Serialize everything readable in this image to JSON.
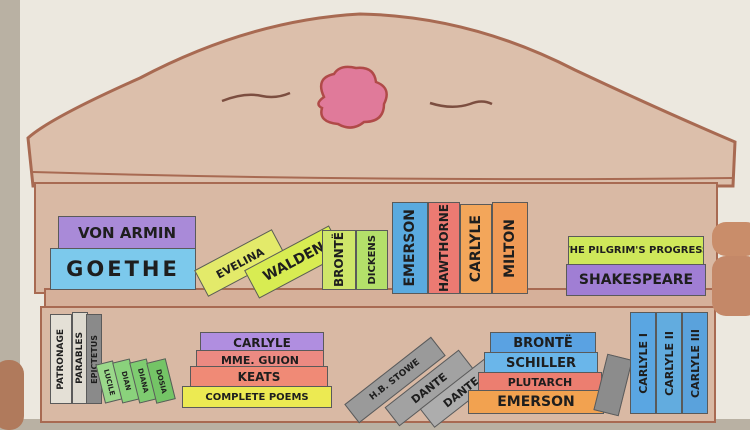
{
  "shelf": {
    "top_row": {
      "goethe": "GOETHE",
      "von_armin": "VON ARMIN",
      "evelina": "EVELINA",
      "walden": "WALDEN",
      "bronte": "BRONTË",
      "dickens": "DICKENS",
      "emerson": "EMERSON",
      "hawthorne": "HAWTHORNE",
      "carlyle": "CARLYLE",
      "milton": "MILTON",
      "pilgrims_progress": "THE PILGRIM'S PROGRESS",
      "shakespeare": "SHAKESPEARE"
    },
    "bottom_row": {
      "patronage": "PATRONAGE",
      "parables": "PARABLES",
      "epictetus": "EPICTETUS",
      "lucile": "LUCILE",
      "dia1": "DIAN",
      "dia2": "DIANA",
      "dosia": "DOSIA",
      "carlyle": "CARLYLE",
      "mme_guion": "MME. GUION",
      "keats": "KEATS",
      "complete_poems": "COMPLETE POEMS",
      "hb_stowe": "H.B. STOWE",
      "dante1": "DANTE",
      "dante2": "DANTE",
      "bronte": "BRONTË",
      "schiller": "SCHILLER",
      "plutarch": "PLUTARCH",
      "emerson": "EMERSON",
      "carlyle_1": "CARLYLE I",
      "carlyle_2": "CARLYLE II",
      "carlyle_3": "CARLYLE III"
    }
  },
  "colors": {
    "wood": "#d9b9a4",
    "wood_outline": "#a86a52",
    "flower": "#e07a9a",
    "paper": "#ece8df"
  }
}
